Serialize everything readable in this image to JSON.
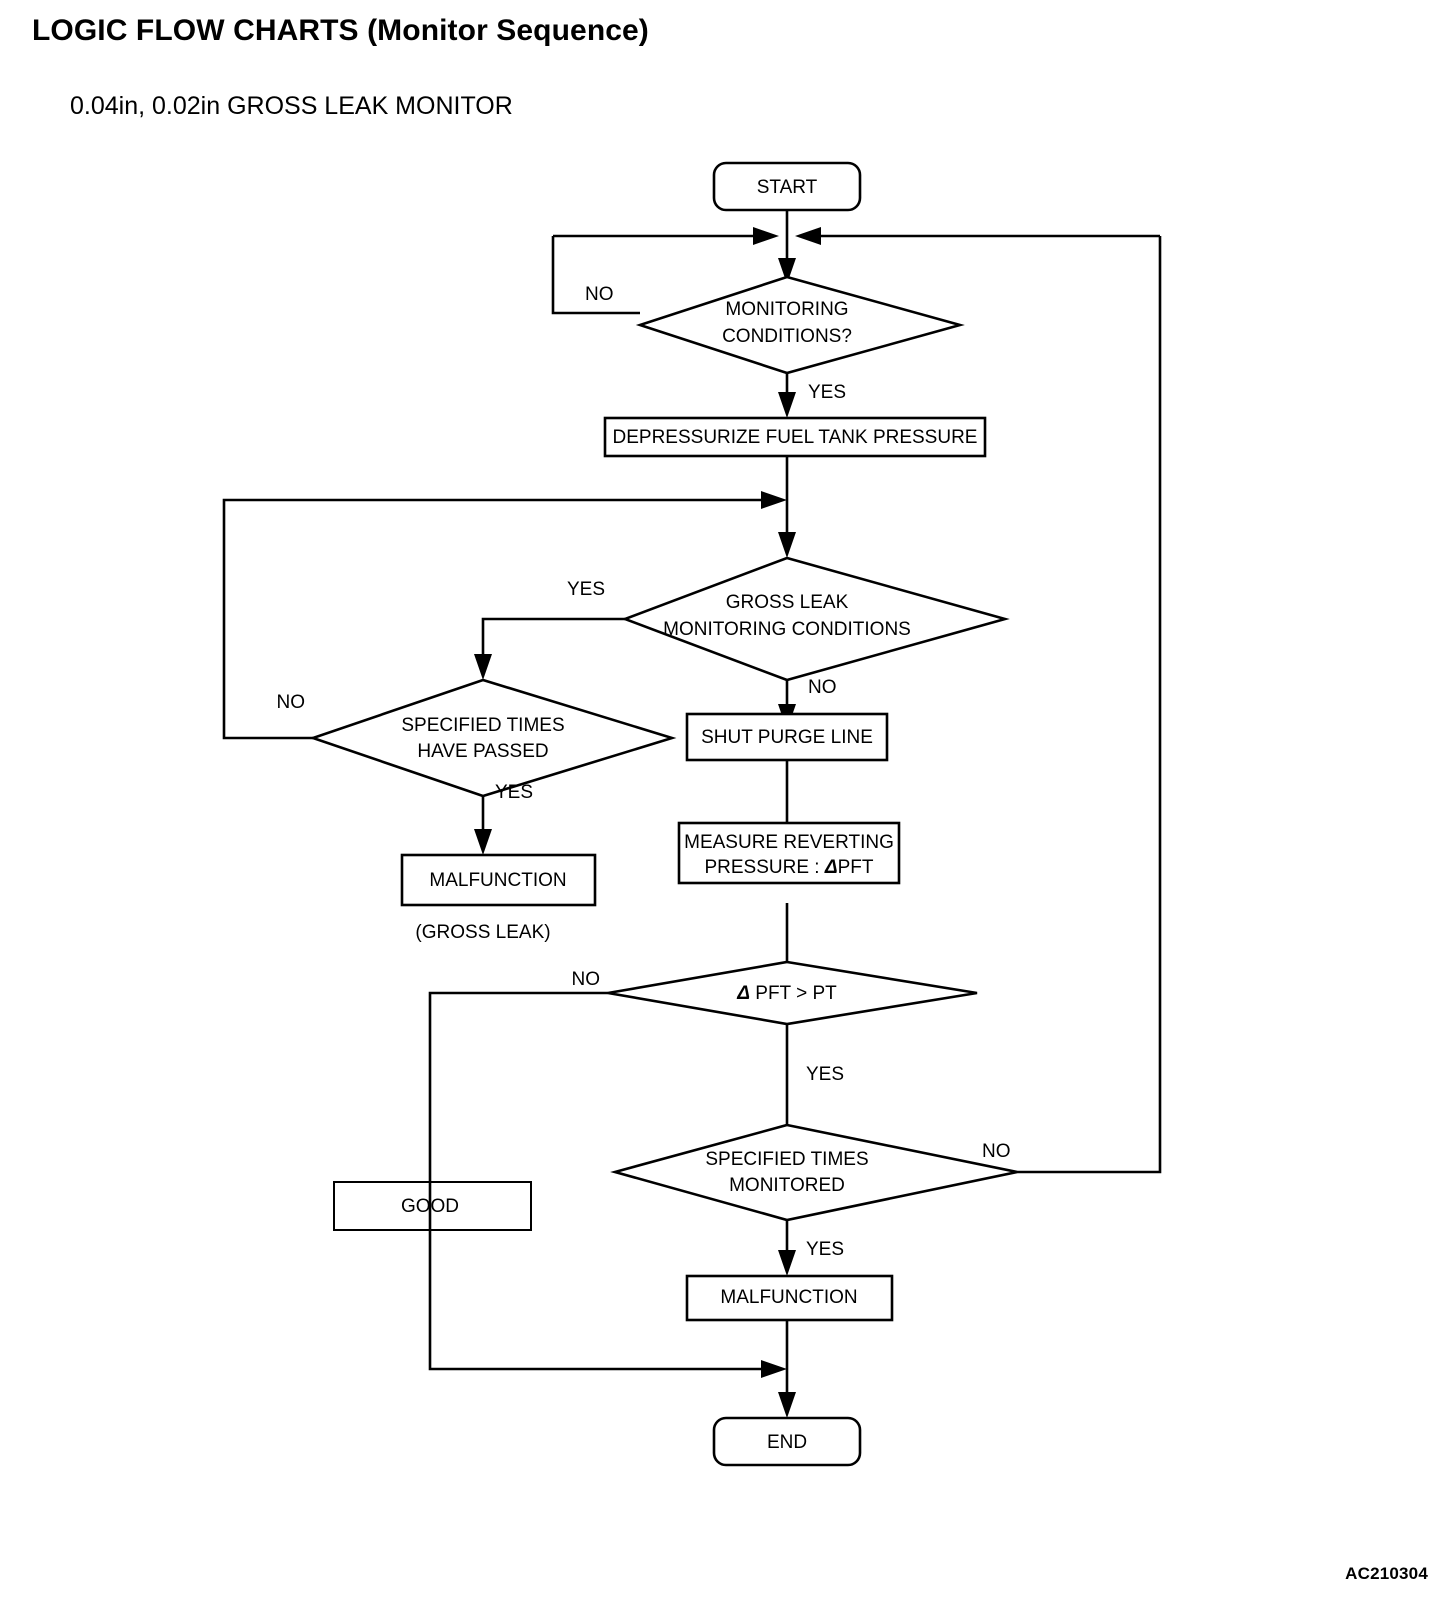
{
  "header": {
    "title": "LOGIC FLOW CHARTS (Monitor Sequence)",
    "subtitle": "0.04in, 0.02in GROSS LEAK MONITOR"
  },
  "footer": {
    "doc_code": "AC210304"
  },
  "chart_data": {
    "type": "diagram",
    "title": "0.04in, 0.02in GROSS LEAK MONITOR",
    "nodes": [
      {
        "id": "start",
        "shape": "rounded",
        "lines": [
          "START"
        ]
      },
      {
        "id": "mon_cond",
        "shape": "diamond",
        "lines": [
          "MONITORING",
          "CONDITIONS?"
        ]
      },
      {
        "id": "depress",
        "shape": "rect",
        "lines": [
          "DEPRESSURIZE FUEL TANK PRESSURE"
        ]
      },
      {
        "id": "gross_cond",
        "shape": "diamond",
        "lines": [
          "GROSS LEAK",
          "MONITORING CONDITIONS"
        ]
      },
      {
        "id": "times_passed",
        "shape": "diamond",
        "lines": [
          "SPECIFIED TIMES",
          "HAVE PASSED"
        ]
      },
      {
        "id": "malf_gross",
        "shape": "rect",
        "lines": [
          "MALFUNCTION"
        ]
      },
      {
        "id": "gross_note",
        "shape": "text",
        "lines": [
          "(GROSS LEAK)"
        ]
      },
      {
        "id": "shut_purge",
        "shape": "rect",
        "lines": [
          "SHUT PURGE LINE"
        ]
      },
      {
        "id": "measure",
        "shape": "rect",
        "lines": [
          "MEASURE REVERTING",
          "PRESSURE : "
        ],
        "symbol": "Δ",
        "trailing": "PFT"
      },
      {
        "id": "pft_cmp",
        "shape": "diamond",
        "lines": [
          ""
        ],
        "symbol": "Δ",
        "trailing": " PFT > PT"
      },
      {
        "id": "good",
        "shape": "rect",
        "lines": [
          "GOOD"
        ]
      },
      {
        "id": "times_mon",
        "shape": "diamond",
        "lines": [
          "SPECIFIED TIMES",
          "MONITORED"
        ]
      },
      {
        "id": "malf_end",
        "shape": "rect",
        "lines": [
          "MALFUNCTION"
        ]
      },
      {
        "id": "end",
        "shape": "rounded",
        "lines": [
          "END"
        ]
      }
    ],
    "edge_labels": {
      "mon_cond_no": "NO",
      "mon_cond_yes": "YES",
      "gross_cond_yes": "YES",
      "gross_cond_no": "NO",
      "times_passed_no": "NO",
      "times_passed_yes": "YES",
      "pft_cmp_no": "NO",
      "pft_cmp_yes": "YES",
      "times_mon_no": "NO",
      "times_mon_yes": "YES"
    },
    "edges": [
      {
        "from": "start",
        "to": "mon_cond",
        "label": ""
      },
      {
        "from": "mon_cond",
        "to": "start_junction",
        "label": "NO"
      },
      {
        "from": "mon_cond",
        "to": "depress",
        "label": "YES"
      },
      {
        "from": "depress",
        "to": "gross_cond",
        "label": ""
      },
      {
        "from": "gross_cond",
        "to": "times_passed",
        "label": "YES"
      },
      {
        "from": "gross_cond",
        "to": "shut_purge",
        "label": "NO"
      },
      {
        "from": "times_passed",
        "to": "gross_cond",
        "label": "NO"
      },
      {
        "from": "times_passed",
        "to": "malf_gross",
        "label": "YES"
      },
      {
        "from": "shut_purge",
        "to": "measure",
        "label": ""
      },
      {
        "from": "measure",
        "to": "pft_cmp",
        "label": ""
      },
      {
        "from": "pft_cmp",
        "to": "good",
        "label": "NO"
      },
      {
        "from": "pft_cmp",
        "to": "times_mon",
        "label": "YES"
      },
      {
        "from": "times_mon",
        "to": "start_junction",
        "label": "NO"
      },
      {
        "from": "times_mon",
        "to": "malf_end",
        "label": "YES"
      },
      {
        "from": "malf_end",
        "to": "end",
        "label": ""
      },
      {
        "from": "good",
        "to": "end",
        "label": ""
      }
    ]
  }
}
